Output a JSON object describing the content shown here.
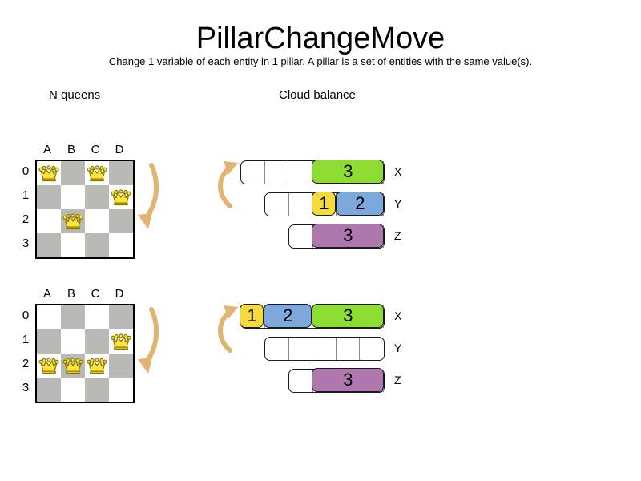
{
  "header": {
    "title": "PillarChangeMove",
    "subtitle": "Change 1 variable of each entity in 1 pillar. A pillar is a set of entities with the same value(s)."
  },
  "sections": {
    "nqueens_heading": "N queens",
    "cloud_heading": "Cloud balance"
  },
  "colors": {
    "queen_body": "#FFE33D",
    "queen_outline": "#8A7A00",
    "board_dark": "#B9BAB5",
    "board_light": "#FFFFFF",
    "board_border": "#000000",
    "arrow": "#E0B570",
    "arrow_outline": "#C89C55",
    "process_1": "#F5DC3C",
    "process_2": "#7CA8DC",
    "process_3": "#8CDC32",
    "process_z": "#AE78AE",
    "bar_outline": "#1A1A1A",
    "slot_divider": "#8A8A8A"
  },
  "nqueens": {
    "column_labels": [
      "A",
      "B",
      "C",
      "D"
    ],
    "row_labels": [
      "0",
      "1",
      "2",
      "3"
    ],
    "before": {
      "queens": [
        {
          "col": "A",
          "row": "0"
        },
        {
          "col": "C",
          "row": "0"
        },
        {
          "col": "D",
          "row": "1"
        },
        {
          "col": "B",
          "row": "2"
        }
      ]
    },
    "after": {
      "queens": [
        {
          "col": "D",
          "row": "1"
        },
        {
          "col": "A",
          "row": "2"
        },
        {
          "col": "B",
          "row": "2"
        },
        {
          "col": "C",
          "row": "2"
        }
      ]
    }
  },
  "cloud_balance": {
    "before": {
      "computers": [
        {
          "name": "X",
          "capacity": 6,
          "processes": [
            {
              "label": "3",
              "size": 3,
              "color": "#8CDC32"
            }
          ],
          "free_slots": 3
        },
        {
          "name": "Y",
          "capacity": 5,
          "processes": [
            {
              "label": "1",
              "size": 1,
              "color": "#F5DC3C"
            },
            {
              "label": "2",
              "size": 2,
              "color": "#7CA8DC"
            }
          ],
          "free_slots": 2
        },
        {
          "name": "Z",
          "capacity": 4,
          "processes": [
            {
              "label": "3",
              "size": 3,
              "color": "#AE78AE"
            }
          ],
          "free_slots": 1
        }
      ]
    },
    "after": {
      "computers": [
        {
          "name": "X",
          "capacity": 6,
          "processes": [
            {
              "label": "1",
              "size": 1,
              "color": "#F5DC3C"
            },
            {
              "label": "2",
              "size": 2,
              "color": "#7CA8DC"
            },
            {
              "label": "3",
              "size": 3,
              "color": "#8CDC32"
            }
          ],
          "free_slots": 0
        },
        {
          "name": "Y",
          "capacity": 5,
          "processes": [],
          "free_slots": 5
        },
        {
          "name": "Z",
          "capacity": 4,
          "processes": [
            {
              "label": "3",
              "size": 3,
              "color": "#AE78AE"
            }
          ],
          "free_slots": 1
        }
      ]
    }
  }
}
